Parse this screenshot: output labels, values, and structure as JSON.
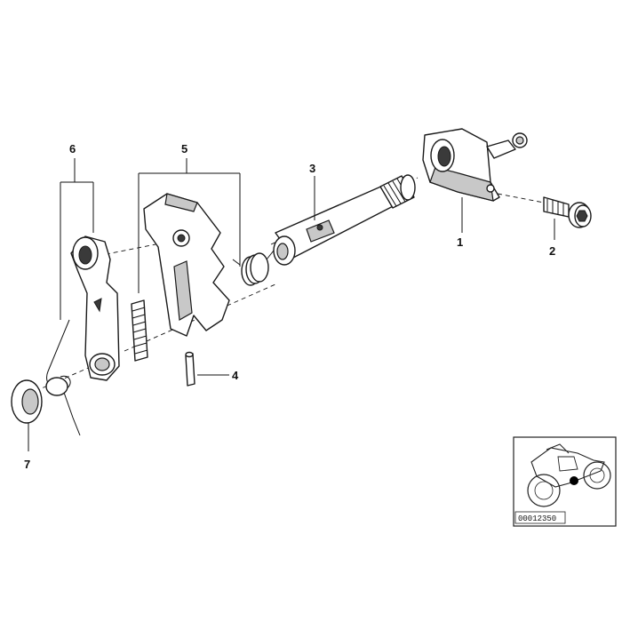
{
  "callouts": {
    "part_1": "1",
    "part_2": "2",
    "part_3": "3",
    "part_4": "4",
    "part_5": "5",
    "part_6": "6",
    "part_7": "7"
  },
  "thumbnail": {
    "code": "00012350",
    "icon": "motorcycle-icon",
    "marker_color": "#000000"
  },
  "colors": {
    "line": "#1a1a1a",
    "shade": "#c8c8c8",
    "background": "#ffffff"
  }
}
